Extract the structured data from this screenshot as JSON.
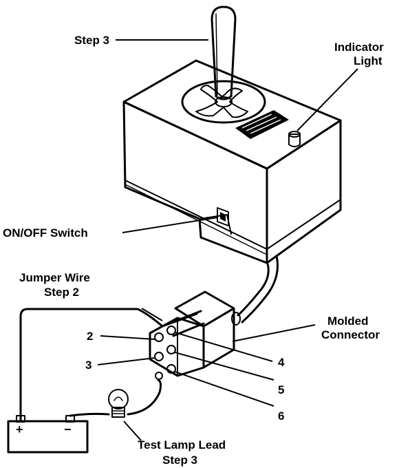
{
  "labels": {
    "step3_top": "Step 3",
    "indicator_line1": "Indicator",
    "indicator_line2": "Light",
    "onoff_switch": "ON/OFF Switch",
    "jumper_line1": "Jumper Wire",
    "jumper_line2": "Step 2",
    "molded_line1": "Molded",
    "molded_line2": "Connector",
    "pin_2": "2",
    "pin_3": "3",
    "pin_4": "4",
    "pin_5": "5",
    "pin_6": "6",
    "lamp_line1": "Test Lamp Lead",
    "lamp_line2": "Step 3",
    "battery_plus": "+",
    "battery_minus": "−"
  },
  "colors": {
    "ink": "#000000",
    "paper": "#ffffff"
  }
}
